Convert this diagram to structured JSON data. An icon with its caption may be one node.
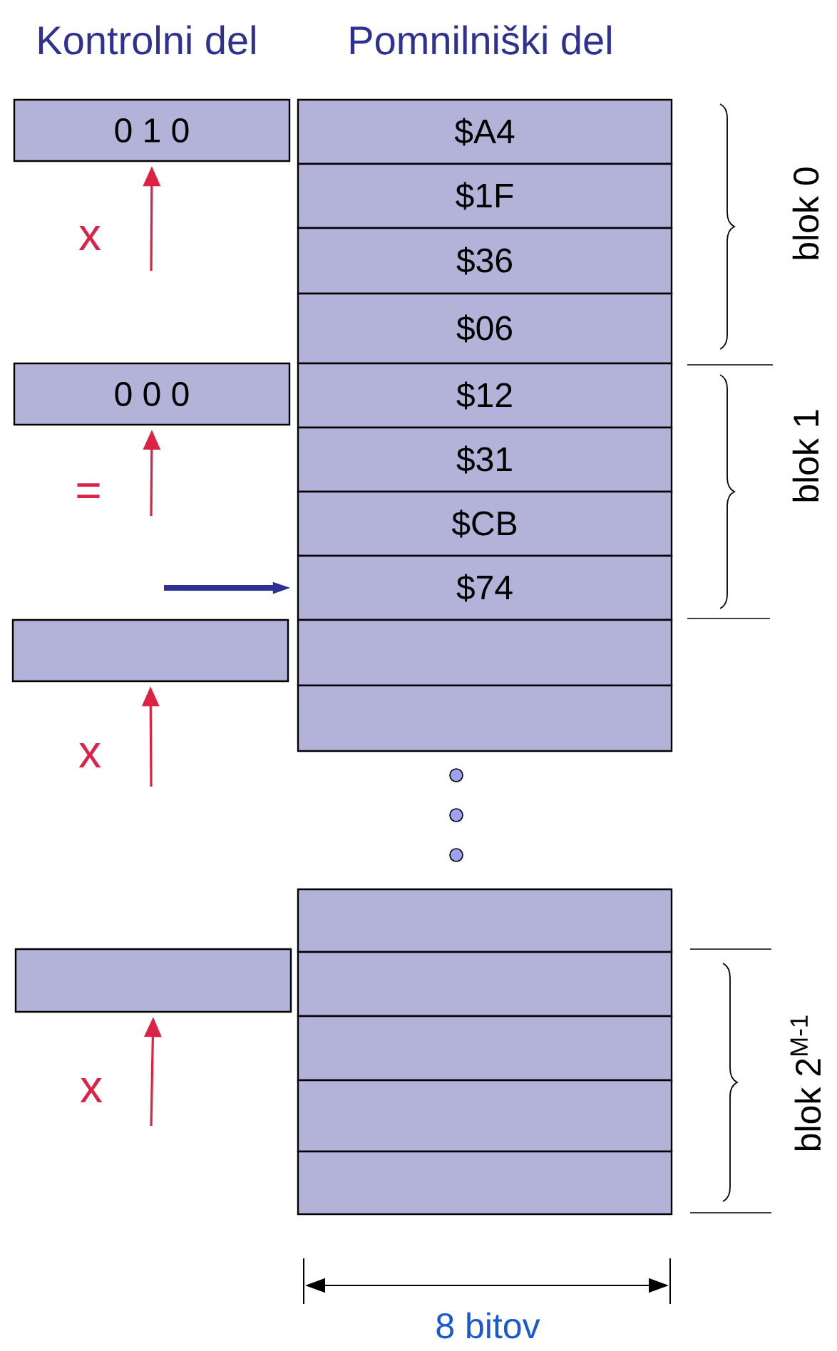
{
  "diagram": {
    "nodes": [
      {
        "text": [
          "0 1 0"
        ]
      },
      {
        "text": [
          "0 0 0"
        ]
      },
      {
        "text": [],
        "shape": "box"
      },
      {
        "text": [],
        "shape": "box"
      },
      {
        "text": [
          "$A4"
        ]
      },
      {
        "text": [
          "$1F"
        ]
      },
      {
        "text": [
          "$36"
        ]
      },
      {
        "text": [
          "$06"
        ]
      },
      {
        "text": [
          "$12"
        ]
      },
      {
        "text": [
          "$31"
        ]
      },
      {
        "text": [
          "$CB"
        ]
      },
      {
        "text": [
          "$74"
        ]
      },
      {
        "text": [],
        "shape": "box"
      },
      {
        "text": [],
        "shape": "box"
      },
      {
        "text": [],
        "shape": "box"
      },
      {
        "text": [],
        "shape": "box"
      },
      {
        "text": [],
        "shape": "box"
      },
      {
        "text": [],
        "shape": "box"
      },
      {
        "text": [],
        "shape": "box"
      }
    ],
    "edges": [
      {
        "from": null,
        "to": 0,
        "arrow": "to",
        "label": "x",
        "color": "#dc2346"
      },
      {
        "from": null,
        "to": 1,
        "arrow": "to",
        "label": "=",
        "color": "#dc2346"
      },
      {
        "from": null,
        "to": 2,
        "arrow": "to",
        "label": "x",
        "color": "#dc2346"
      },
      {
        "from": null,
        "to": 3,
        "arrow": "to",
        "label": "x",
        "color": "#dc2346"
      },
      {
        "from": null,
        "to": 11,
        "arrow": "to",
        "style": "thick",
        "color": "#2e3192"
      }
    ],
    "labels": [
      "Kontrolni del",
      "Pomnilniški del",
      "blok 0",
      "blok 1",
      "blok 2$^{M-1}$",
      "8 bitov"
    ]
  }
}
